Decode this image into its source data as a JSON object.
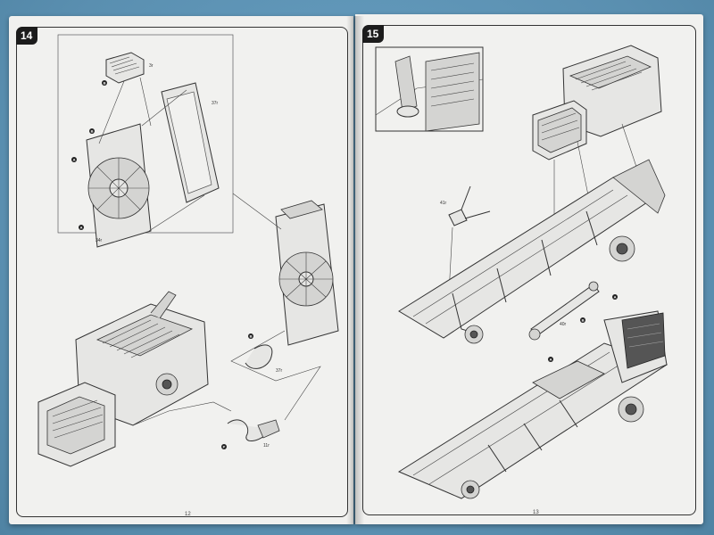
{
  "booklet": {
    "left_page": {
      "step_number": "14",
      "page_number": "12",
      "callouts": [
        {
          "id": "c1",
          "text": "3r"
        },
        {
          "id": "c2",
          "text": "37r"
        },
        {
          "id": "c3",
          "text": "34r"
        },
        {
          "id": "c4",
          "text": "37r"
        },
        {
          "id": "c5",
          "text": "11r"
        }
      ],
      "markers": [
        "B",
        "B",
        "A",
        "A",
        "B",
        "P"
      ]
    },
    "right_page": {
      "step_number": "15",
      "page_number": "13",
      "callouts": [
        {
          "id": "c1",
          "text": "41r"
        },
        {
          "id": "c2",
          "text": "40r"
        }
      ],
      "markers": [
        "A",
        "B",
        "A"
      ]
    }
  },
  "colors": {
    "background": "#5f97b8",
    "paper": "#f1f1ef",
    "ink": "#333333",
    "badge": "#1c1c1c"
  }
}
